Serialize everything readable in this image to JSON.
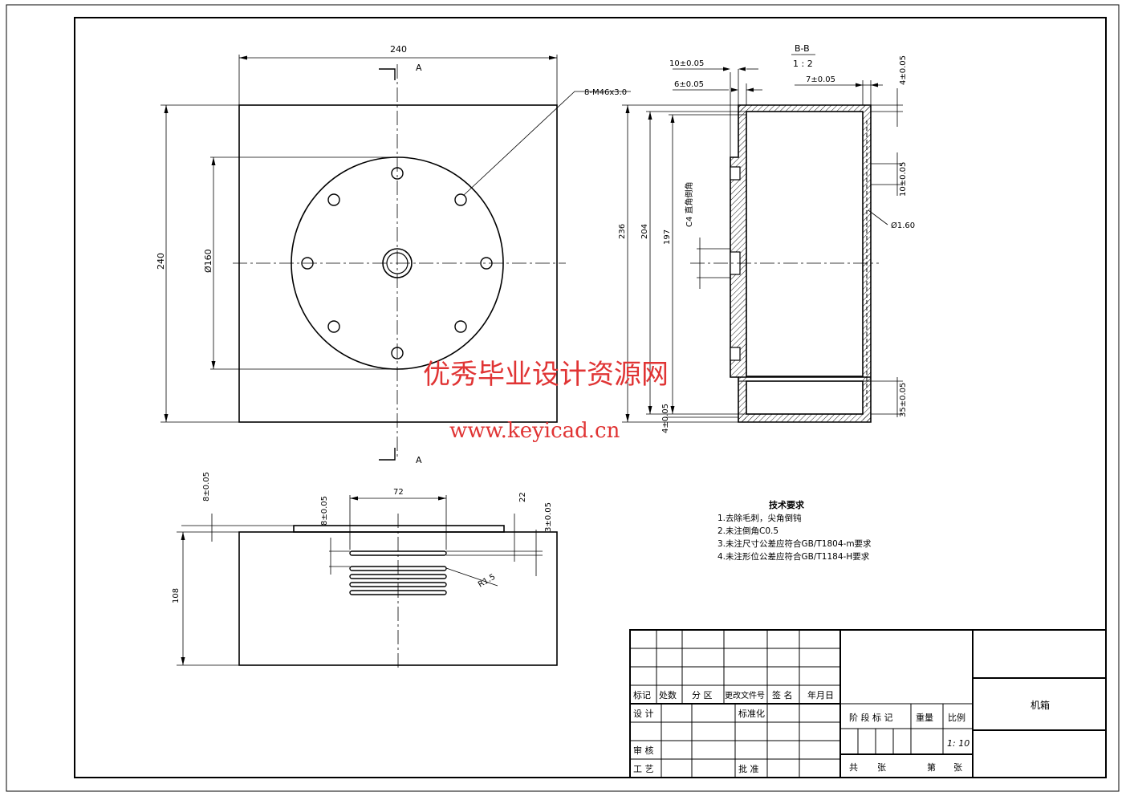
{
  "top_view": {
    "width_dim": "240",
    "height_dim": "240",
    "circle_dim": "Ø160",
    "hole_callout": "8-M46x3.0",
    "section_mark_top": "A",
    "section_mark_bottom": "A"
  },
  "section_bb": {
    "title": "B-B",
    "scale": "1 : 2",
    "dim_10": "10±0.05",
    "dim_6": "6±0.05",
    "dim_7": "7±0.05",
    "dim_4": "4±0.05",
    "dim_236": "236",
    "dim_204": "204",
    "dim_197": "197",
    "dim_4b": "4±0.05",
    "dim_10b": "10±0.05",
    "dim_phi160": "Ø1.60",
    "dim_35": "35±0.05",
    "note_vert": "C4 直角倒角"
  },
  "front_view": {
    "dim_8": "8±0.05",
    "dim_8b": "8±0.05",
    "dim_72": "72",
    "dim_22": "22",
    "dim_3": "3±0.05",
    "dim_108": "108",
    "dim_r15": "R1.5"
  },
  "tech_req": {
    "title": "技术要求",
    "lines": [
      "1.去除毛刺，尖角倒钝",
      "2.未注倒角C0.5",
      "3.未注尺寸公差应符合GB/T1804-m要求",
      "4.未注形位公差应符合GB/T1184-H要求"
    ]
  },
  "title_block": {
    "hdr_biaoji": "标记",
    "hdr_chushu": "处数",
    "hdr_fenqu": "分 区",
    "hdr_gengai": "更改文件号",
    "hdr_qianming": "签 名",
    "hdr_nianyueri": "年月日",
    "sheji": "设 计",
    "biaozhunhua": "标准化",
    "shenhe": "审 核",
    "gongyi": "工 艺",
    "pizhun": "批 准",
    "jieduan": "阶 段 标 记",
    "zhongliang": "重量",
    "bili": "比例",
    "scale_value": "1: 10",
    "gong": "共",
    "zhang1": "张",
    "di": "第",
    "zhang2": "张",
    "part_name": "机箱"
  },
  "watermark": {
    "cn": "优秀毕业设计资源网",
    "url": "www.keyicad.cn"
  }
}
